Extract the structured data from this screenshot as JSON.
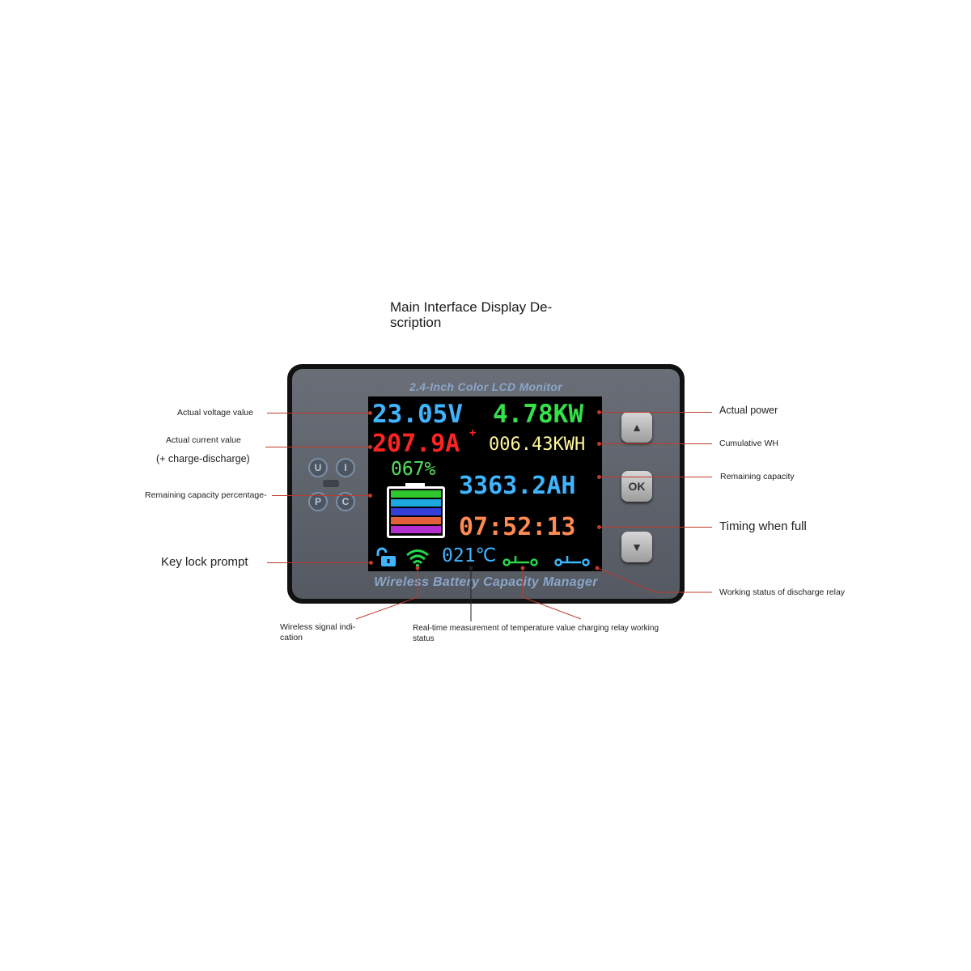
{
  "heading": "Main Interface Display Description",
  "heading_lines": [
    "Main Interface Display De-",
    "scription"
  ],
  "device": {
    "top_label": "2.4-Inch Color LCD Monitor",
    "bottom_label": "Wireless Battery Capacity Manager",
    "mode_buttons": [
      "U",
      "I",
      "P",
      "C"
    ],
    "side_buttons": {
      "up": "▲",
      "ok": "OK",
      "down": "▼"
    }
  },
  "lcd": {
    "voltage": "23.05V",
    "power": "4.78KW",
    "current": "207.9A",
    "current_sign": "+",
    "cumulative_wh": "006.43KWH",
    "capacity_percent": "067%",
    "capacity_percent_value": 67,
    "remaining_ah": "3363.2AH",
    "timer": "07:52:13",
    "temperature": "021℃",
    "battery_bar_colors": [
      "#2fc62f",
      "#1ea8e0",
      "#3340d8",
      "#e2603a",
      "#b52fd0"
    ],
    "colors": {
      "voltage": "#3fb4ff",
      "power": "#35e04a",
      "current": "#ff2424",
      "cumulative": "#fff59a",
      "percent": "#53e35a",
      "remaining": "#3fb4ff",
      "timer": "#ff8a52",
      "temperature": "#3fb4ff",
      "icons": "#27d64a"
    },
    "icons": [
      "unlock-icon",
      "wifi-icon",
      "charge-relay-icon",
      "discharge-relay-icon"
    ]
  },
  "annotations": {
    "actual_voltage": "Actual voltage value",
    "actual_current": "Actual current value",
    "charge_discharge": "(+ charge-discharge)",
    "remaining_percentage": "Remaining capacity percentage-",
    "key_lock": "Key lock prompt",
    "actual_power": "Actual power",
    "cumulative_wh": "Cumulative WH",
    "remaining_capacity": "Remaining capacity",
    "timing_full": "Timing when full",
    "discharge_relay": "Working status of discharge relay",
    "wireless_signal": "Wireless signal indi-cation",
    "wireless_lines": [
      "Wireless signal indi-",
      "cation"
    ],
    "temperature_charging": "Real-time measurement of temperature value charging relay working status",
    "temperature_lines": [
      "Real-time measurement of temperature value charging relay working",
      "status"
    ]
  }
}
